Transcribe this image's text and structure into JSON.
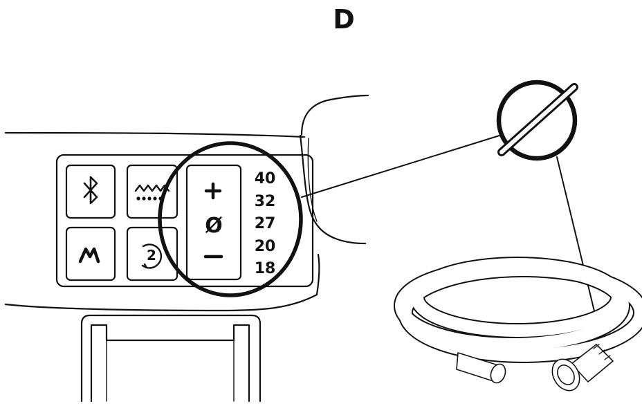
{
  "panel": {
    "label": "D"
  },
  "control_panel": {
    "buttons": [
      {
        "name": "bluetooth-button",
        "icon": "bluetooth-icon"
      },
      {
        "name": "heat-button",
        "icon": "heated-tube-icon"
      },
      {
        "name": "mode-button",
        "icon": "mode-m-icon"
      },
      {
        "name": "cycle-button",
        "icon": "cycle-2-icon",
        "glyph": "2"
      }
    ],
    "diameter": {
      "plus": "+",
      "symbol": "Ø",
      "minus": "−"
    },
    "sizes": [
      "40",
      "32",
      "27",
      "20",
      "18"
    ]
  },
  "callout": {
    "symbol": "diameter-symbol-icon"
  },
  "hose": {
    "icon": "coiled-hose-icon"
  },
  "colors": {
    "line": "#111111",
    "background": "#ffffff"
  }
}
